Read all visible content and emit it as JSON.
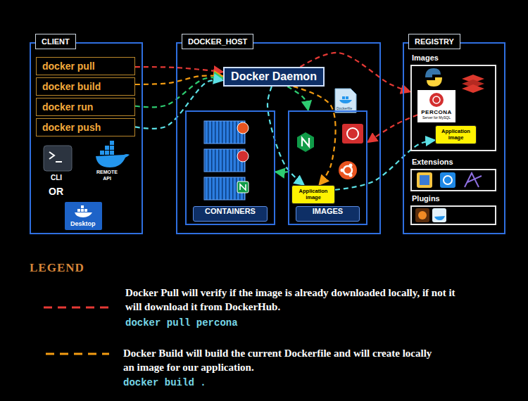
{
  "diagram": {
    "nodes": [
      {
        "text": [
          "CLIENT"
        ]
      },
      {
        "text": [
          "docker pull"
        ],
        "in": 0
      },
      {
        "text": [
          "docker build"
        ],
        "in": 0
      },
      {
        "text": [
          "docker run"
        ],
        "in": 0
      },
      {
        "text": [
          "docker push"
        ],
        "in": 0
      },
      {
        "text": [
          "DOCKER_HOST"
        ]
      },
      {
        "text": [
          "Docker Daemon"
        ],
        "in": 5
      },
      {
        "text": [
          "CONTAINERS"
        ],
        "in": 5
      },
      {
        "text": [
          "IMAGES"
        ],
        "in": 5
      },
      {
        "text": [
          "Application image"
        ],
        "in": 8
      },
      {
        "text": [
          "REGISTRY"
        ]
      },
      {
        "text": [
          "Images"
        ],
        "in": 10
      },
      {
        "text": [
          "PERCONA",
          "Server for MySQL"
        ],
        "in": 11
      },
      {
        "text": [
          "Application image"
        ],
        "in": 11
      },
      {
        "text": [
          "Extensions"
        ],
        "in": 10
      },
      {
        "text": [
          "Plugins"
        ],
        "in": 10
      }
    ],
    "edges": [
      {
        "from": 1,
        "to": 6,
        "arrow": "to"
      },
      {
        "from": 6,
        "to": 11,
        "arrow": "to"
      },
      {
        "from": 12,
        "to": 8,
        "arrow": "to"
      },
      {
        "from": 2,
        "to": 6,
        "arrow": "to"
      },
      {
        "from": 6,
        "to": 9,
        "arrow": "to"
      },
      {
        "from": 3,
        "to": 6,
        "arrow": "to"
      },
      {
        "from": 6,
        "to": 8,
        "arrow": "to"
      },
      {
        "from": 8,
        "to": 7,
        "arrow": "to"
      },
      {
        "from": 4,
        "to": 6,
        "arrow": "to"
      },
      {
        "from": 6,
        "to": 9,
        "arrow": "to"
      },
      {
        "from": 9,
        "to": 13,
        "arrow": "to"
      }
    ],
    "labels": [
      "CLI",
      "REMOTE API",
      "OR",
      "Desktop",
      "Dockerfile",
      "LEGEND",
      "docker pull percona",
      "docker build ."
    ],
    "legend": [
      {
        "text": "Docker Pull will verify if the image is already downloaded locally, if not it will download it from DockerHub."
      },
      {
        "text": "Docker Build will build the current Dockerfile and will create locally an image for our application."
      }
    ]
  }
}
